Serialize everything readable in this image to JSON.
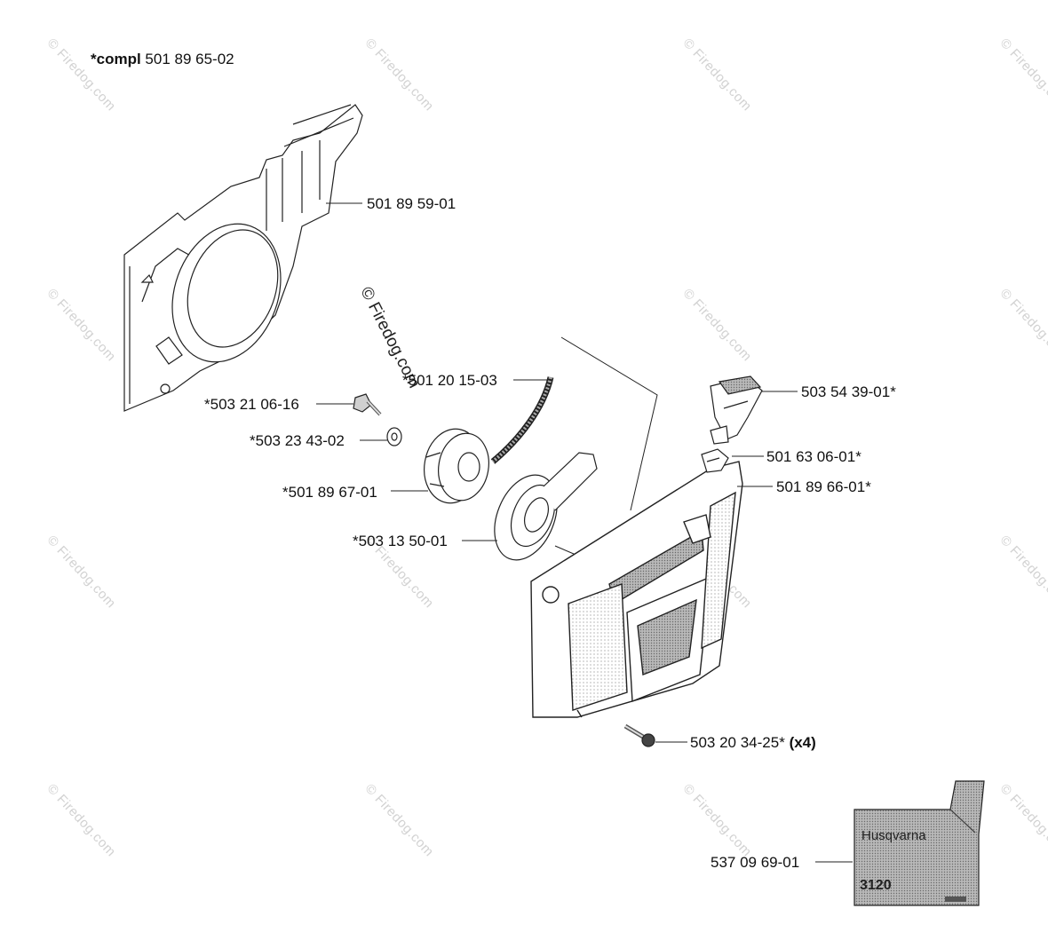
{
  "title": {
    "prefix": "*compl",
    "number": "501 89 65-02"
  },
  "watermark": {
    "text": "© Firedog.com"
  },
  "parts": {
    "gasket_cover": "501 89 59-01",
    "cord": "*501 20 15-03",
    "screw_top": "*503 21 06-16",
    "washer": "*503 23 43-02",
    "pulley": "*501 89 67-01",
    "spring": "*503 13 50-01",
    "handle": "503 54 39-01*",
    "grommet": "501 63 06-01*",
    "starter_housing": "501 89 66-01*",
    "screw_bottom": "503 20 34-25*",
    "screw_bottom_qty": "(x4)",
    "decal": "537 09 69-01"
  },
  "decal": {
    "brand": "Husqvarna",
    "model": "3120"
  }
}
